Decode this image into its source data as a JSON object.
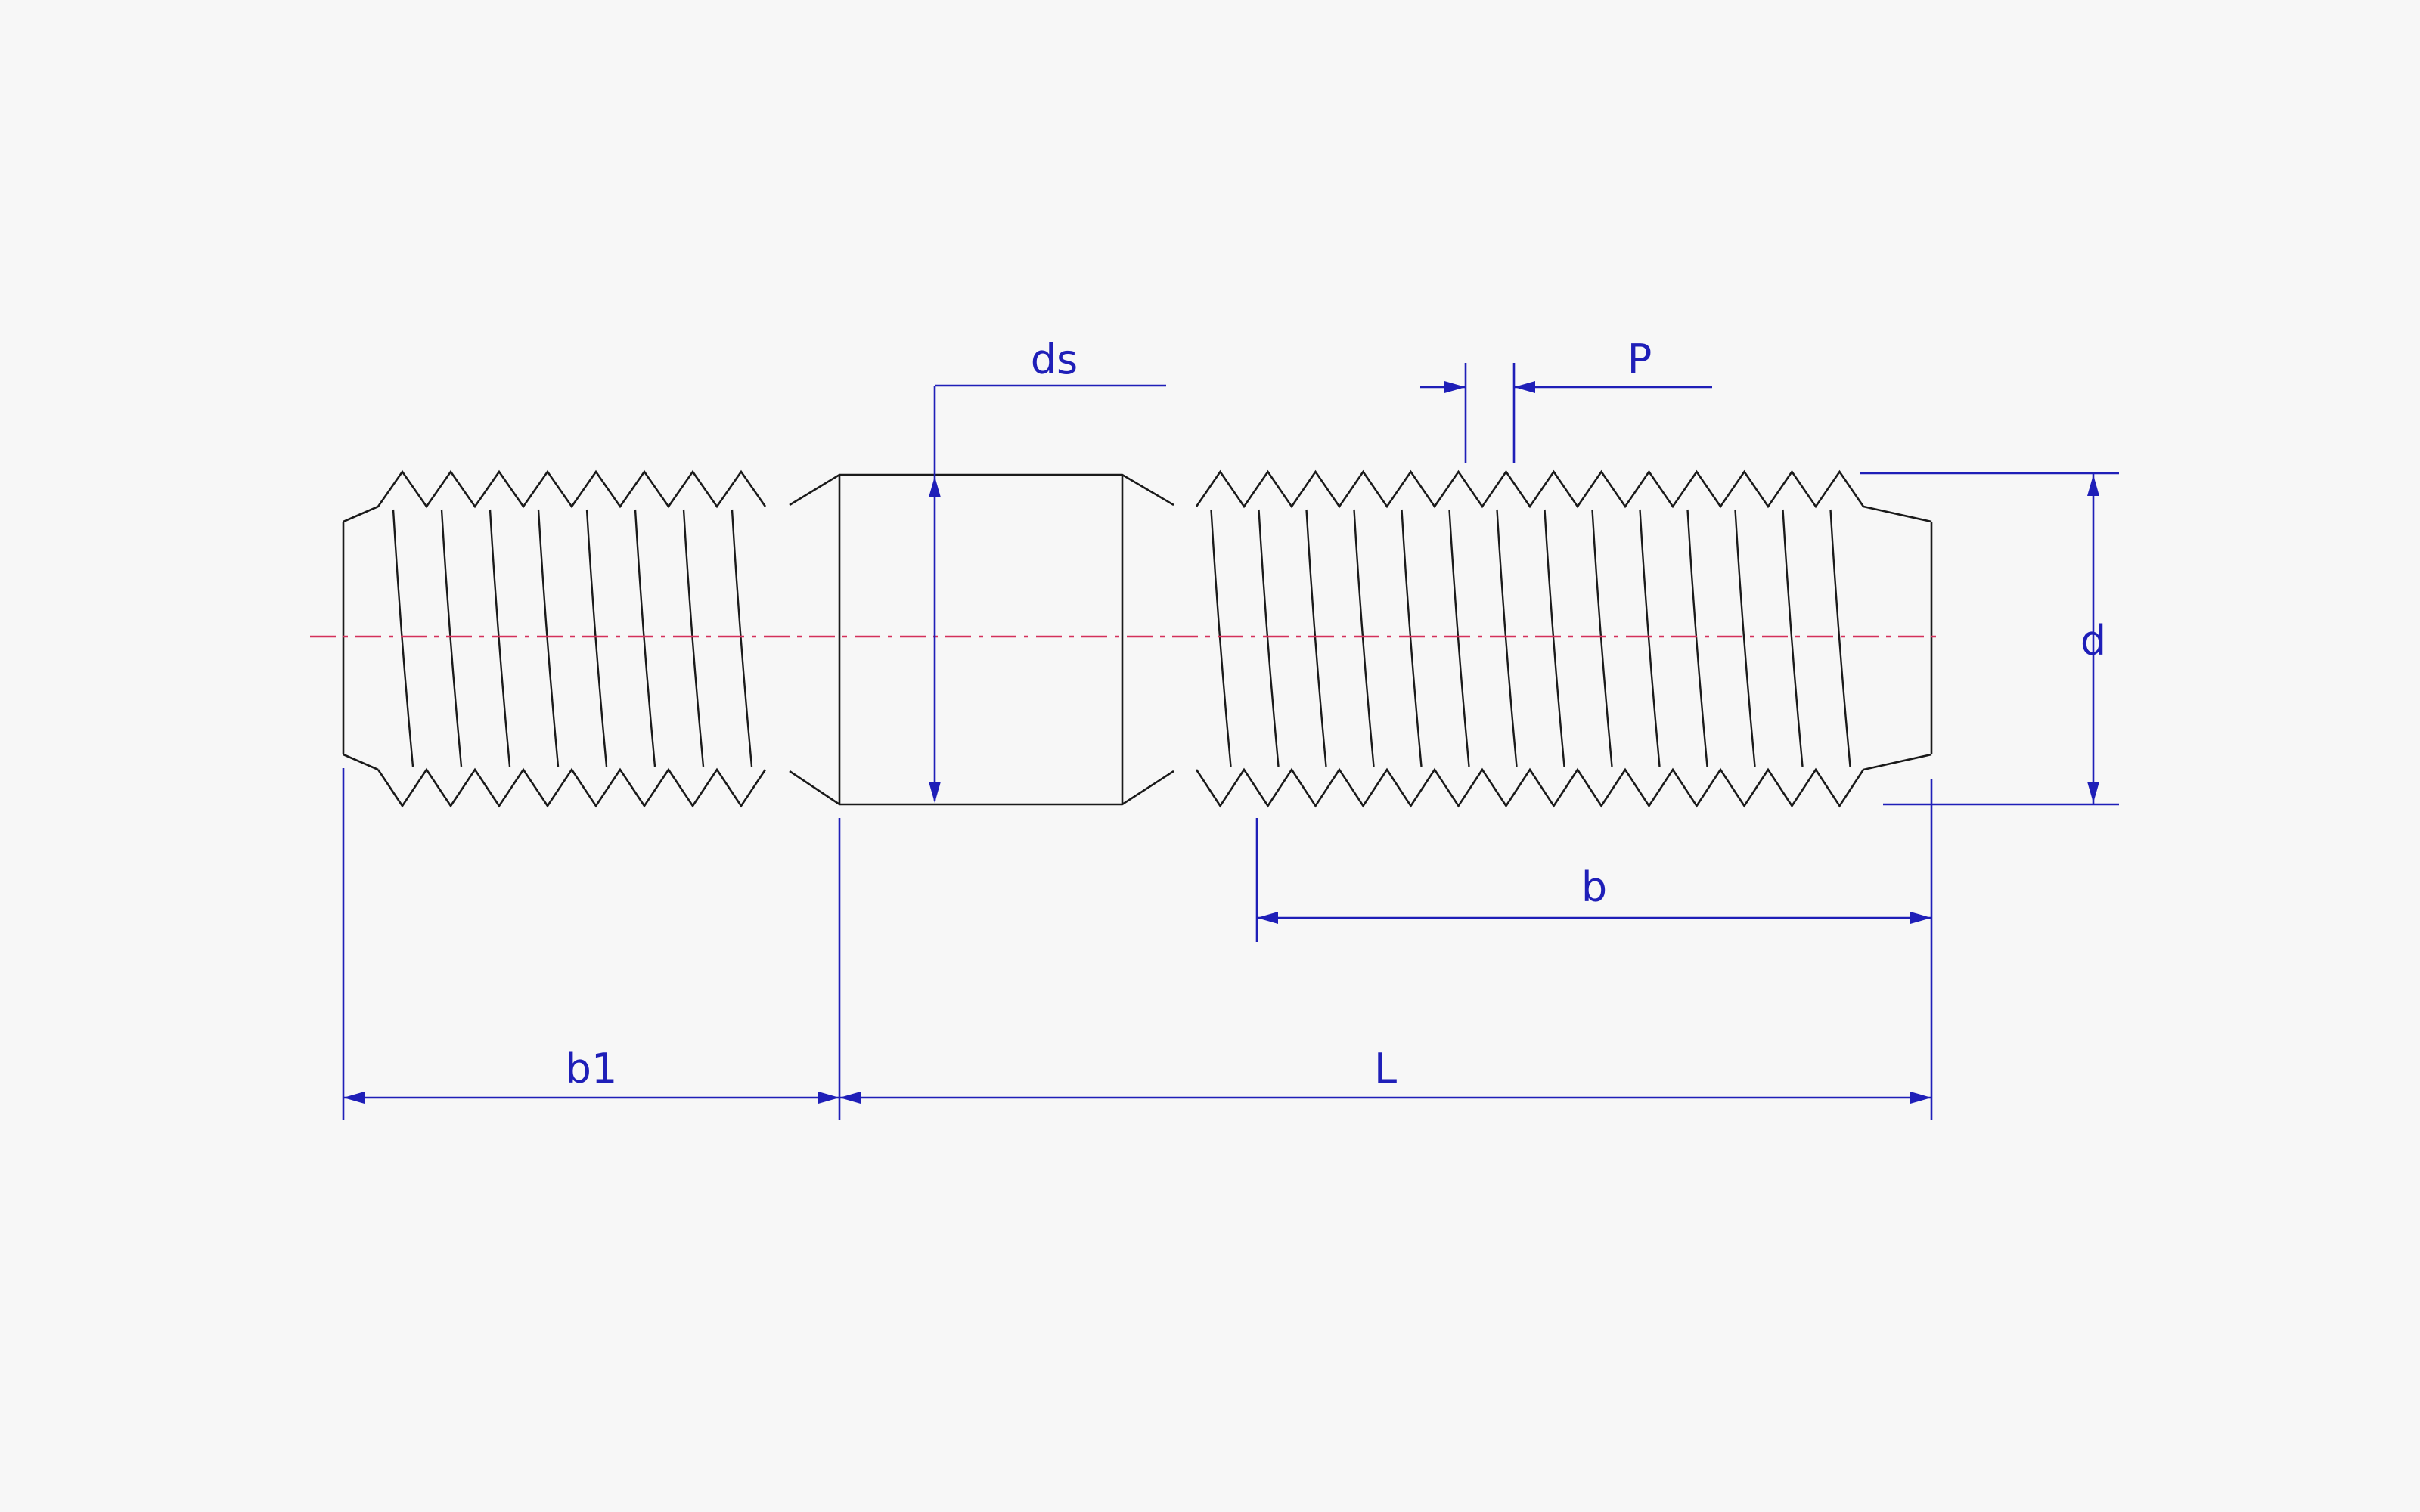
{
  "diagram": {
    "subject": "stud-bolt",
    "colors": {
      "outline": "#1a1a1a",
      "dimension": "#1f1fb8",
      "centerline": "#d4305a",
      "background": "#f7f7f7"
    },
    "labels": {
      "ds": "ds",
      "p": "P",
      "d": "d",
      "b": "b",
      "b1": "b1",
      "l": "L"
    }
  }
}
